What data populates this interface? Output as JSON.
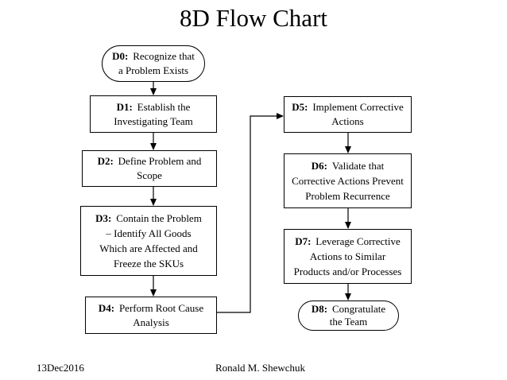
{
  "title": "8D Flow Chart",
  "footer": {
    "date": "13Dec2016",
    "author": "Ronald M. Shewchuk"
  },
  "nodes": {
    "d0": {
      "id": "D0:",
      "shape": "terminator",
      "lines": [
        "Recognize that",
        "a Problem Exists"
      ]
    },
    "d1": {
      "id": "D1:",
      "shape": "process",
      "lines": [
        "Establish the",
        "Investigating Team"
      ]
    },
    "d2": {
      "id": "D2:",
      "shape": "process",
      "lines": [
        "Define Problem and",
        "Scope"
      ]
    },
    "d3": {
      "id": "D3:",
      "shape": "process",
      "lines": [
        "Contain the Problem",
        "– Identify All Goods",
        "Which are Affected and",
        "Freeze the SKUs"
      ]
    },
    "d4": {
      "id": "D4:",
      "shape": "process",
      "lines": [
        "Perform Root Cause",
        "Analysis"
      ]
    },
    "d5": {
      "id": "D5:",
      "shape": "process",
      "lines": [
        "Implement Corrective",
        "Actions"
      ]
    },
    "d6": {
      "id": "D6:",
      "shape": "process",
      "lines": [
        "Validate that",
        "Corrective Actions Prevent",
        "Problem Recurrence"
      ]
    },
    "d7": {
      "id": "D7:",
      "shape": "process",
      "lines": [
        "Leverage  Corrective",
        "Actions to Similar",
        "Products and/or Processes"
      ]
    },
    "d8": {
      "id": "D8:",
      "shape": "terminator",
      "lines": [
        "Congratulate",
        "the Team"
      ]
    }
  },
  "edges": [
    {
      "from": "D0",
      "to": "D1"
    },
    {
      "from": "D1",
      "to": "D2"
    },
    {
      "from": "D2",
      "to": "D3"
    },
    {
      "from": "D3",
      "to": "D4"
    },
    {
      "from": "D4",
      "to": "D5"
    },
    {
      "from": "D5",
      "to": "D6"
    },
    {
      "from": "D6",
      "to": "D7"
    },
    {
      "from": "D7",
      "to": "D8"
    }
  ],
  "colors": {
    "stroke": "#000000",
    "background": "#ffffff",
    "text": "#000000"
  }
}
